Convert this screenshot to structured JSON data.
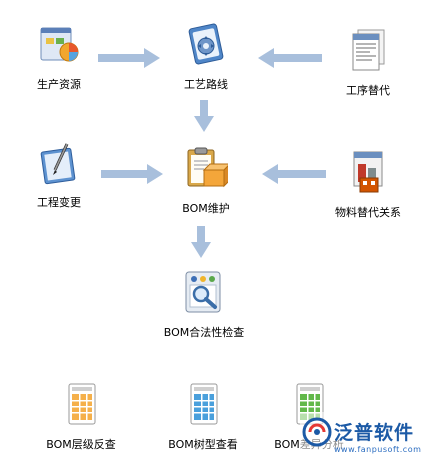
{
  "nodes": {
    "resources": "生产资源",
    "routing": "工艺路线",
    "substitute_process": "工序替代",
    "engineering_change": "工程变更",
    "bom_maintenance": "BOM维护",
    "material_substitute": "物料替代关系",
    "bom_validity_check": "BOM合法性检查",
    "bom_level_reverse": "BOM层级反查",
    "bom_tree_view": "BOM树型查看",
    "bom_diff_analysis": "BOM差异分析"
  },
  "watermark": {
    "brand": "泛普软件",
    "url": "www.fanpusoft.com"
  },
  "colors": {
    "arrow": "#a8bfdc",
    "text": "#000000",
    "brand": "#1c5aa6"
  }
}
